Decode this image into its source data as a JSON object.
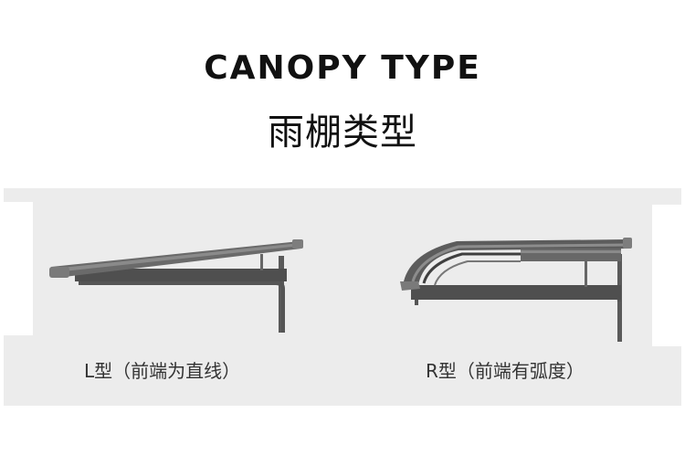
{
  "header": {
    "title_en": "CANOPY TYPE",
    "title_cn": "雨棚类型"
  },
  "types": [
    {
      "caption": "L型（前端为直线）"
    },
    {
      "caption": "R型（前端有弧度）"
    }
  ],
  "colors": {
    "background": "#ffffff",
    "panel": "#ececec",
    "canopy_dark": "#4a4a4a",
    "canopy_mid": "#6e6e6e",
    "text": "#111111"
  }
}
